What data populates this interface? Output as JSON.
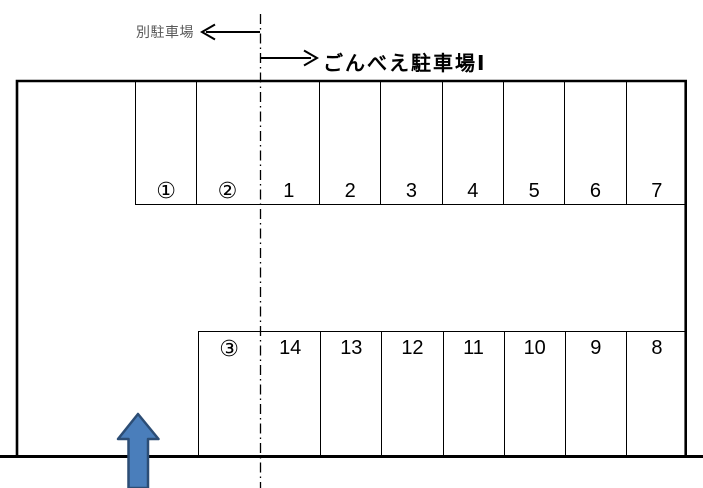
{
  "diagram": {
    "other_lot_label": "別駐車場",
    "title": "ごんべえ駐車場Ⅰ",
    "top_row": {
      "stalls": [
        "①",
        "②",
        "1",
        "2",
        "3",
        "4",
        "5",
        "6",
        "7"
      ]
    },
    "bottom_row": {
      "stalls": [
        "③",
        "14",
        "13",
        "12",
        "11",
        "10",
        "9",
        "8"
      ]
    },
    "icons": {
      "to_other_lot": "left-arrow-icon",
      "to_this_lot": "right-arrow-icon",
      "entrance": "up-block-arrow-icon"
    },
    "colors": {
      "line": "#000000",
      "secondary_text": "#595959",
      "entrance_arrow_fill": "#4A7EBB",
      "entrance_arrow_stroke": "#2C4D75"
    }
  }
}
